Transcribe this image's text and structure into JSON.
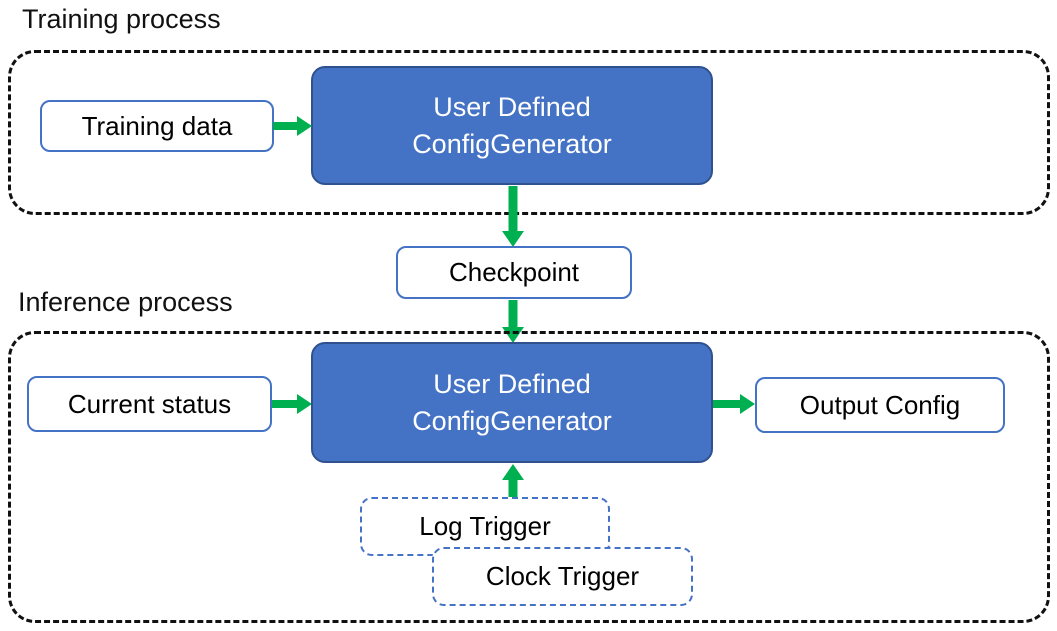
{
  "colors": {
    "node_fill_blue": "#4472C4",
    "node_border_dark_blue": "#2F528F",
    "light_box_border_blue": "#4472C4",
    "trigger_dashed_border_blue": "#4472C4",
    "arrow_green": "#00B050",
    "container_dash_black": "#111111",
    "generator_text_white": "#FFFFFF",
    "label_text_black": "#000000"
  },
  "training": {
    "title": "Training process",
    "input_box": "Training data",
    "generator": {
      "line1": "User Defined",
      "line2": "ConfigGenerator"
    }
  },
  "checkpoint": {
    "label": "Checkpoint"
  },
  "inference": {
    "title": "Inference process",
    "input_box": "Current status",
    "generator": {
      "line1": "User Defined",
      "line2": "ConfigGenerator"
    },
    "output_box": "Output Config",
    "triggers": [
      {
        "label": "Log Trigger"
      },
      {
        "label": "Clock Trigger"
      }
    ]
  }
}
